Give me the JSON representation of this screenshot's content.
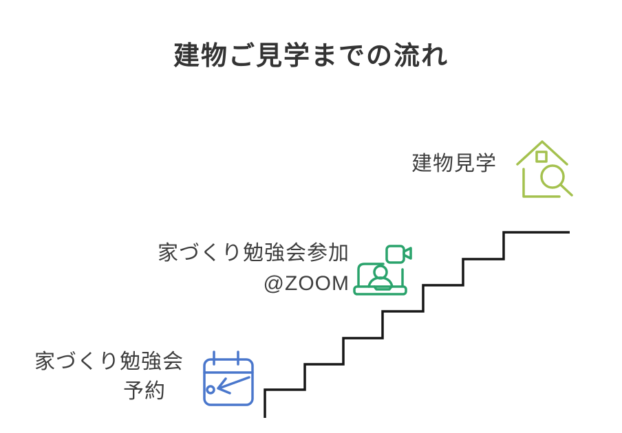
{
  "title": "建物ご見学までの流れ",
  "colors": {
    "background": "#ffffff",
    "title_text": "#333333",
    "label_text": "#3d3d3d",
    "staircase": "#161616",
    "step1_accent": "#4a77cc",
    "step2_accent": "#2aa36c",
    "step3_accent": "#a4c14e"
  },
  "steps": [
    {
      "order": 1,
      "label_line1": "家づくり勉強会",
      "label_line2": "予約",
      "icon": "calendar-booking-icon"
    },
    {
      "order": 2,
      "label_line1": "家づくり勉強会参加",
      "label_line2": "@ZOOM",
      "icon": "video-meeting-laptop-icon"
    },
    {
      "order": 3,
      "label_line1": "建物見学",
      "icon": "house-search-icon"
    }
  ]
}
